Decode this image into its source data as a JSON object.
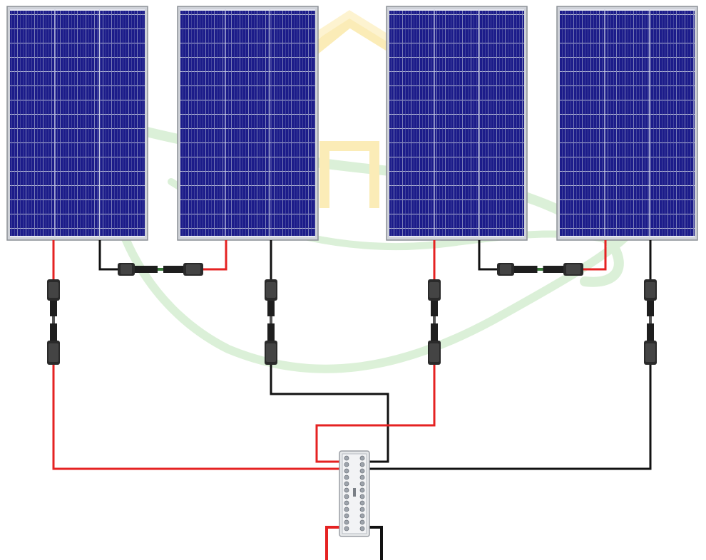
{
  "colors": {
    "background": "#ffffff",
    "panel_cell": "#1c1c8a",
    "panel_grid": "#b8bcd8",
    "panel_frame": "#cfd2d8",
    "wire_positive": "#e52222",
    "wire_negative": "#111111",
    "connector_body": "#2e2e2e",
    "watermark_house": "#fbe7a0",
    "watermark_leaf": "#cfeccc",
    "combiner_body": "#e6e8ea"
  },
  "diagram": {
    "panels": [
      {
        "name": "panel-1"
      },
      {
        "name": "panel-2"
      },
      {
        "name": "panel-3"
      },
      {
        "name": "panel-4"
      }
    ],
    "series_links": [
      {
        "name": "series-link-1-2"
      },
      {
        "name": "series-link-3-4"
      }
    ],
    "icons": {
      "panel": "solar-panel-icon",
      "connector": "mc4-connector-icon",
      "combiner": "combiner-box-icon",
      "watermark": "house-leaf-watermark-icon"
    }
  }
}
